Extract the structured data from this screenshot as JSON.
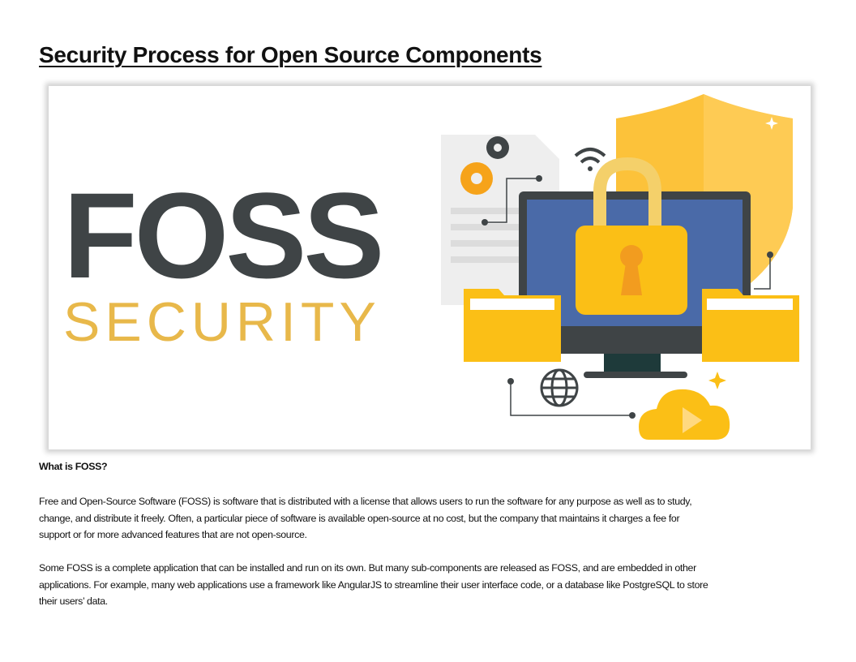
{
  "title": "Security Process for Open Source Components",
  "hero": {
    "logo_word": "FOSS",
    "logo_subword": "SECURITY",
    "colors": {
      "dark": "#3f4446",
      "gold": "#e8b84a",
      "yellow": "#fbbf16",
      "screen": "#4a6aa8"
    }
  },
  "section": {
    "heading": "What is FOSS?",
    "paragraphs": [
      {
        "lines": [
          "Free and Open-Source Software (FOSS) is software that is distributed with a license that allows users to run the software for any purpose as well as to study,",
          "change, and distribute it freely. Often, a particular piece of software is available open-source at no cost, but the company that maintains it charges a fee for",
          "support or for more advanced features that are not open-source."
        ]
      },
      {
        "lines": [
          "Some FOSS is a complete application that can be installed and run on its own. But many sub-components are released as FOSS, and are embedded in other",
          "applications. For example, many web applications use a framework like AngularJS to streamline their user interface code, or a database like PostgreSQL to store",
          "their users’ data."
        ]
      }
    ]
  }
}
